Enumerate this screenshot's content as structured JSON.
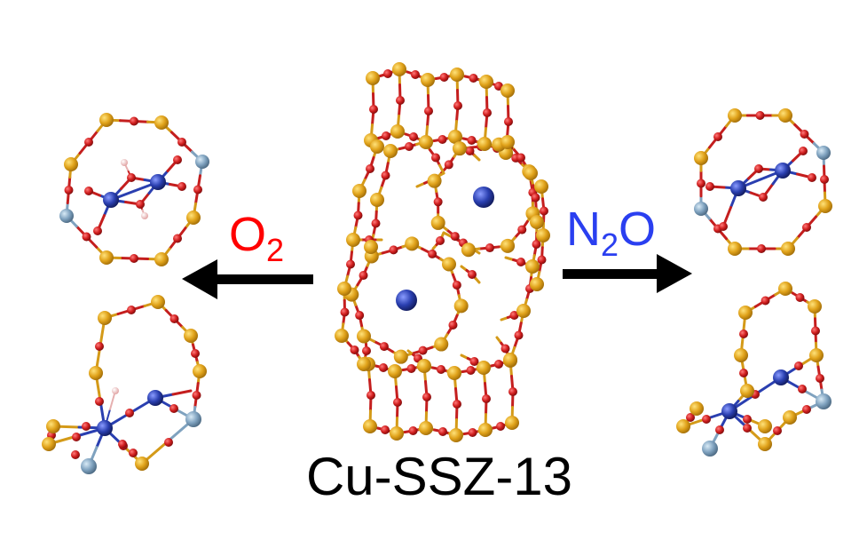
{
  "center_label": "Cu-SSZ-13",
  "left_reagent": {
    "main": "O",
    "sub": "2"
  },
  "right_reagent": {
    "pre": "N",
    "sub": "2",
    "post": "O"
  },
  "colors": {
    "silicon_al": "#e0a21a",
    "oxygen": "#cc2020",
    "copper": "#2a3fb0",
    "aluminum": "#7fa2bf",
    "hydrogen": "#f0b8b8",
    "o2_label": "#ff0000",
    "n2o_label": "#2a3ff0",
    "arrow": "#000000"
  }
}
